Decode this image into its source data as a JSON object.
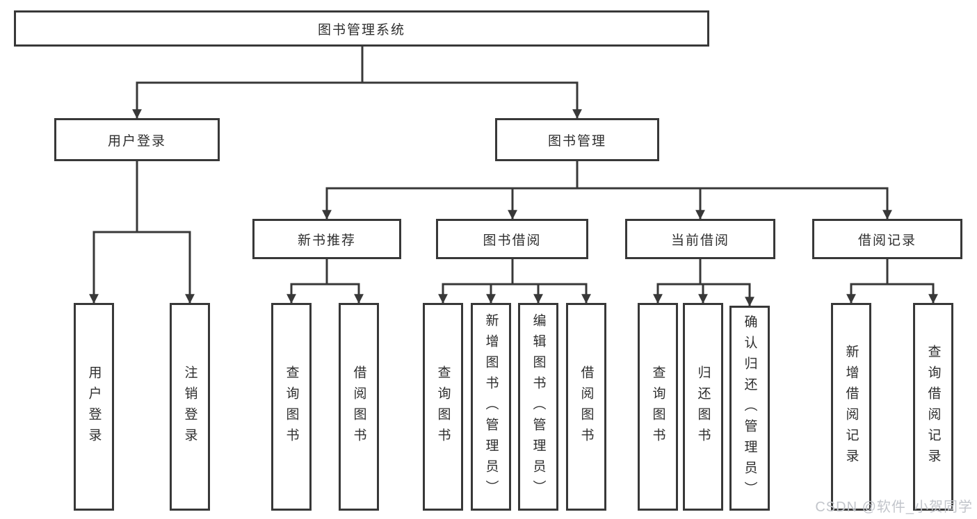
{
  "diagram": {
    "title": "图书管理系统",
    "level2": {
      "user_login": "用户登录",
      "book_management": "图书管理"
    },
    "level3": {
      "new_book_recommend": "新书推荐",
      "book_borrow": "图书借阅",
      "current_borrow": "当前借阅",
      "borrow_records": "借阅记录"
    },
    "leaves": {
      "user_login": [
        "用户登录",
        "注销登录"
      ],
      "new_book_recommend": [
        "查询图书",
        "借阅图书"
      ],
      "book_borrow": [
        "查询图书",
        "新增图书（管理员）",
        "编辑图书（管理员）",
        "借阅图书"
      ],
      "current_borrow": [
        "查询图书",
        "归还图书",
        "确认归还（管理员）"
      ],
      "borrow_records": [
        "新增借阅记录",
        "查询借阅记录"
      ]
    }
  },
  "watermark": "CSDN @软件_小贺同学",
  "colors": {
    "line": "#383838",
    "box_background": "#ffffff",
    "text": "#2e2e2e",
    "watermark": "#c2c5cb"
  }
}
